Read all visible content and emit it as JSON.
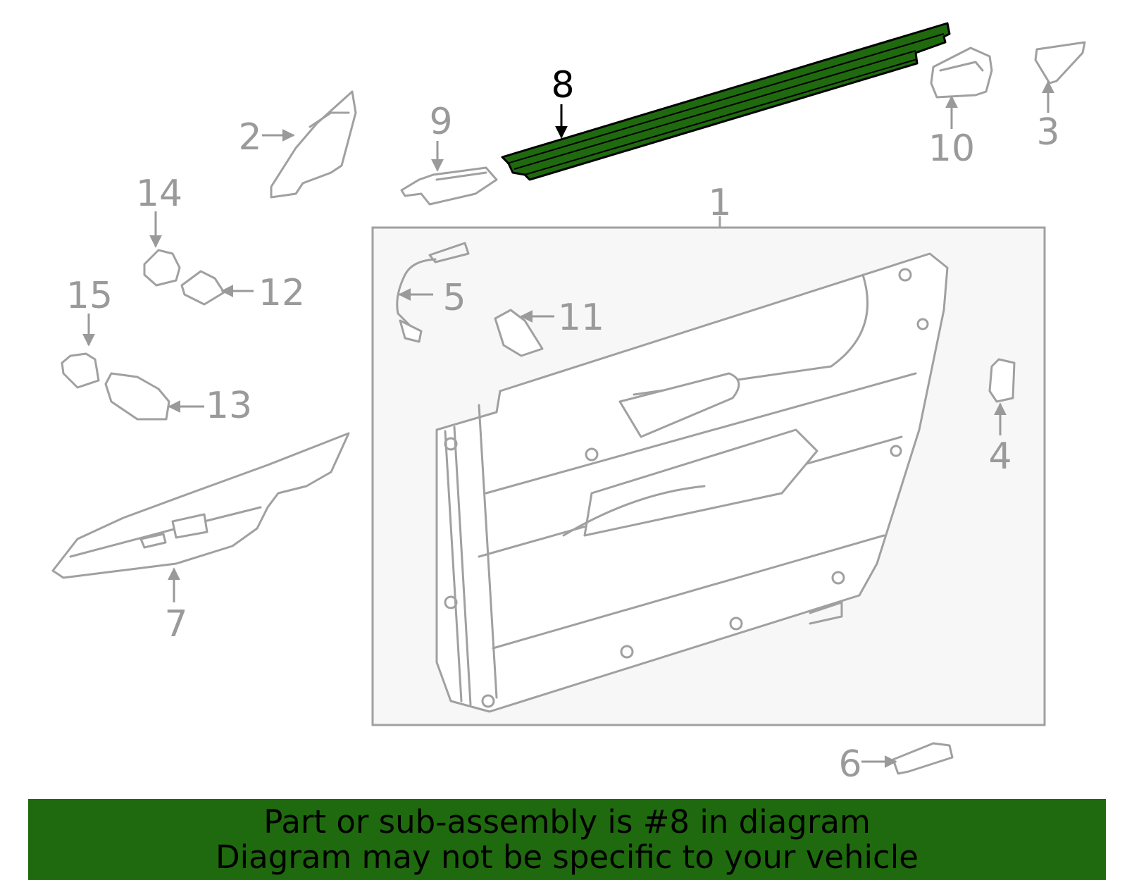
{
  "callouts": {
    "c1": "1",
    "c2": "2",
    "c3": "3",
    "c4": "4",
    "c5": "5",
    "c6": "6",
    "c7": "7",
    "c8": "8",
    "c9": "9",
    "c10": "10",
    "c11": "11",
    "c12": "12",
    "c13": "13",
    "c14": "14",
    "c15": "15"
  },
  "highlighted_part": "8",
  "colors": {
    "highlight": "#1f6a0e",
    "lines": "#a0a0a0",
    "labels": "#9a9a9a"
  },
  "banner": {
    "line1": "Part or sub-assembly is #8 in diagram",
    "line2": "Diagram may not be specific to your vehicle"
  }
}
